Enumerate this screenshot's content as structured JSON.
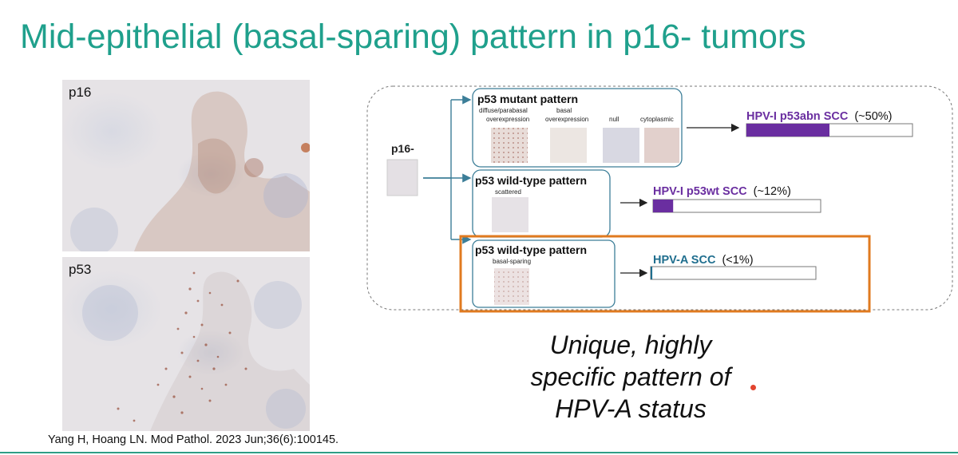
{
  "slide": {
    "title": "Mid-epithelial (basal-sparing) pattern in p16- tumors",
    "citation": "Yang H, Hoang LN. Mod Pathol. 2023 Jun;36(6):100145.",
    "quote_lines": [
      "Unique, highly",
      "specific pattern of",
      "HPV-A status"
    ]
  },
  "histology": {
    "top_label": "p16",
    "bottom_label": "p53"
  },
  "diagram": {
    "start_label": "p16-",
    "mutant": {
      "heading": "p53 mutant pattern",
      "sub1_line1": "diffuse/parabasal",
      "sub1_line2": "overexpression",
      "sub2_line1": "basal",
      "sub2_line2": "overexpression",
      "sub3": "null",
      "sub4": "cytoplasmic",
      "result_bold": "HPV-I p53abn SCC",
      "result_pct": "(~50%)",
      "fraction": 0.5
    },
    "wildtype_scattered": {
      "heading": "p53 wild-type pattern",
      "sub": "scattered",
      "result_bold": "HPV-I p53wt SCC",
      "result_pct": "(~12%)",
      "fraction": 0.12
    },
    "wildtype_basal": {
      "heading": "p53 wild-type pattern",
      "sub": "basal-sparing",
      "result_bold": "HPV-A SCC",
      "result_pct": "(<1%)",
      "fraction": 0.01
    },
    "colors": {
      "title": "#1fa08c",
      "purple": "#6a2ea0",
      "teal_text": "#1f6e8e",
      "highlight_orange": "#e07a1f",
      "box_stroke": "#3c7e98"
    }
  }
}
